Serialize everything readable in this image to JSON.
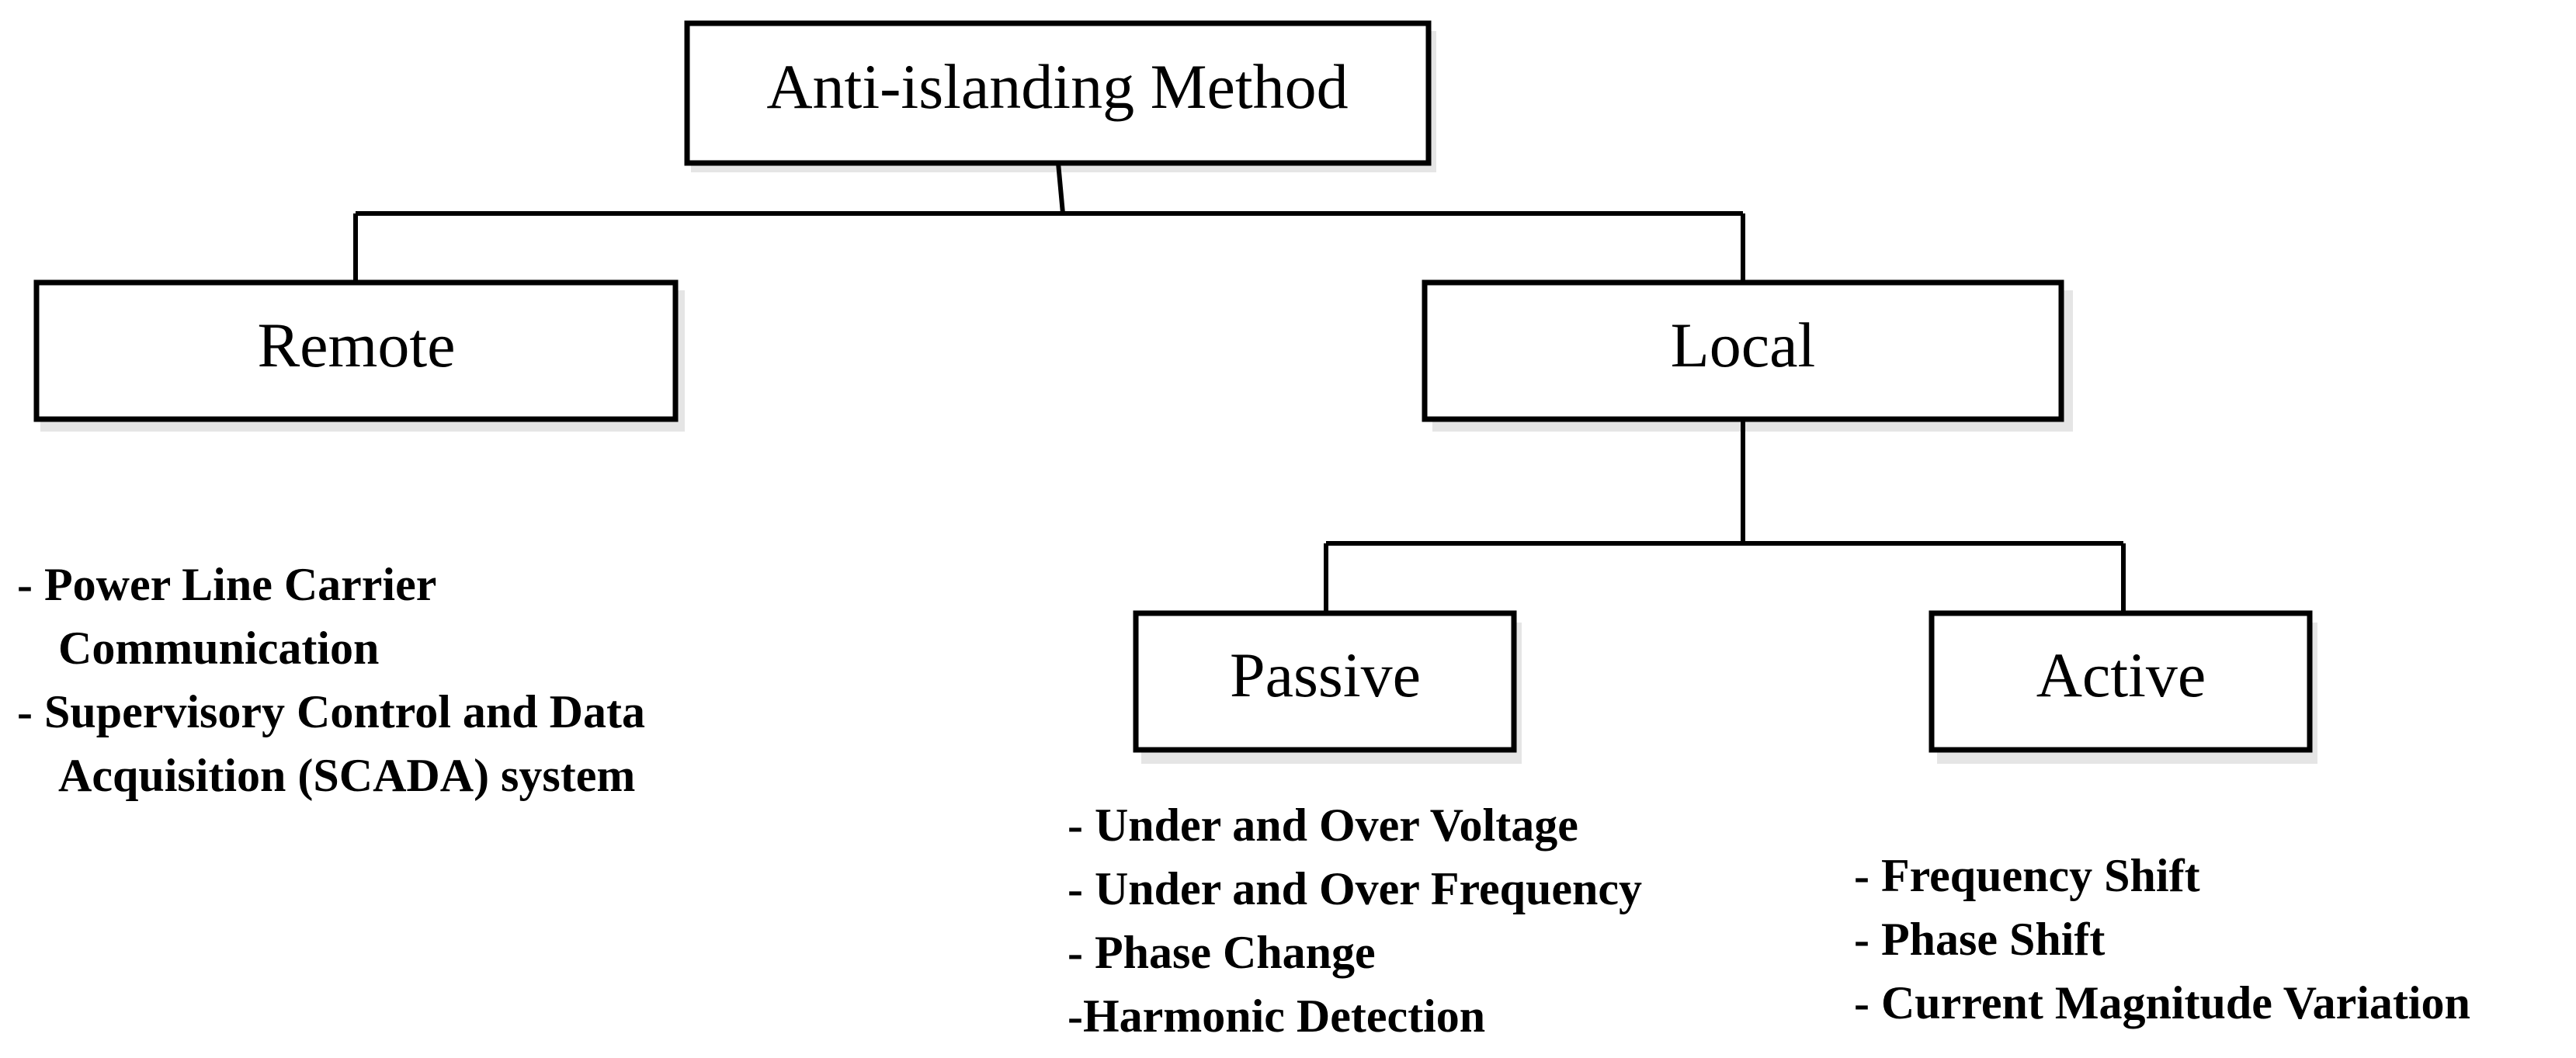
{
  "nodes": {
    "root": "Anti-islanding Method",
    "remote": "Remote",
    "local": "Local",
    "passive": "Passive",
    "active": "Active"
  },
  "remote_methods": [
    "- Power Line Carrier",
    "Communication",
    "- Supervisory Control and Data",
    "Acquisition (SCADA) system"
  ],
  "passive_methods": [
    "- Under and Over Voltage",
    "- Under and Over Frequency",
    "- Phase Change",
    "-Harmonic Detection"
  ],
  "active_methods": [
    "- Frequency Shift",
    "- Phase Shift",
    "- Current Magnitude Variation"
  ]
}
